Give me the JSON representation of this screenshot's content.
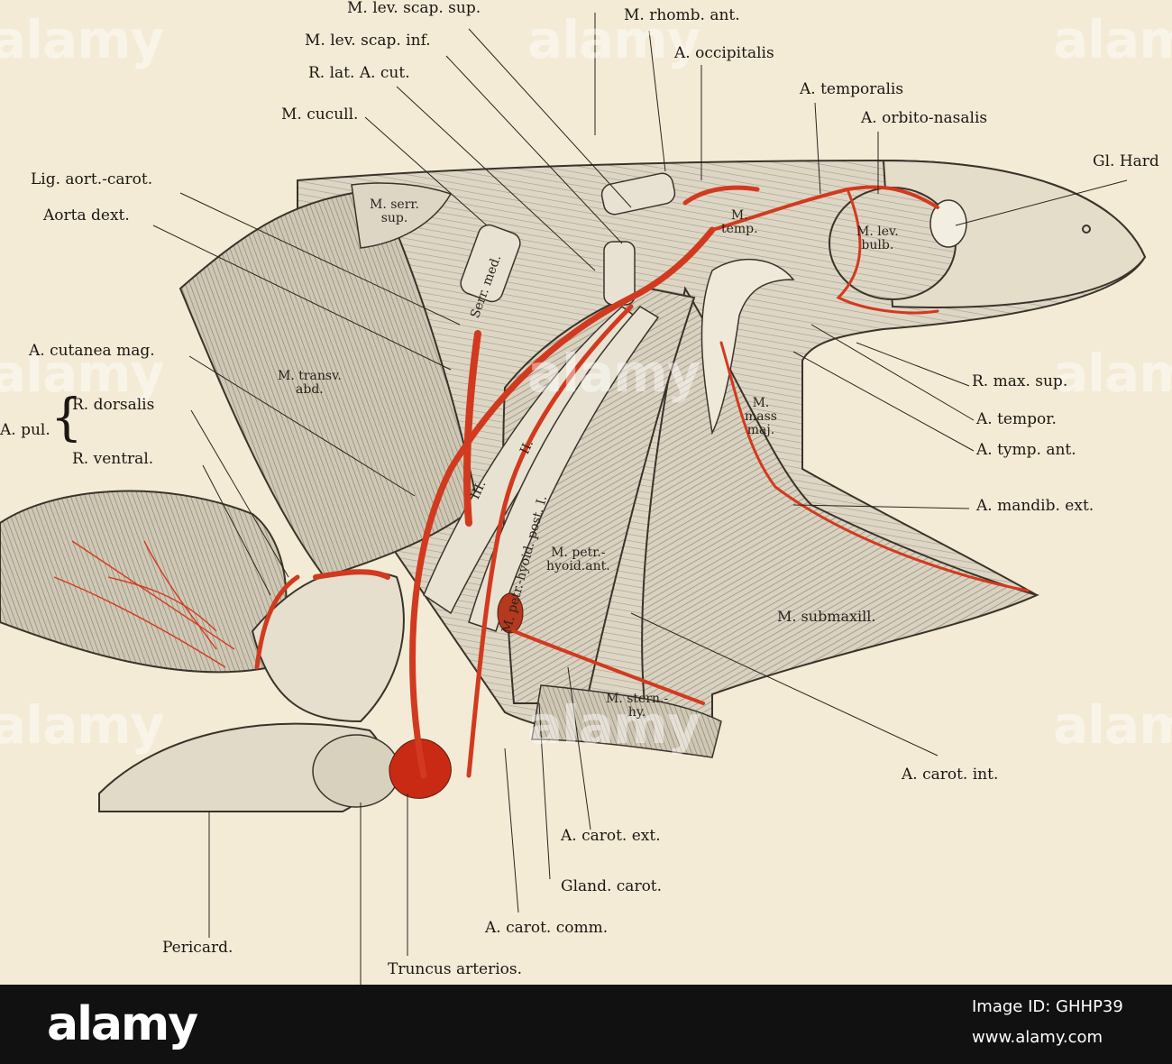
{
  "labels": {
    "m_lev_scap_sup": "M. lev. scap. sup.",
    "m_rhomb_ant": "M. rhomb. ant.",
    "m_lev_scap_inf": "M. lev. scap. inf.",
    "a_occipitalis": "A. occipitalis",
    "r_lat_a_cut": "R. lat. A. cut.",
    "a_temporalis": "A. temporalis",
    "m_cucull": "M. cucull.",
    "a_orbito_nasalis": "A. orbito-nasalis",
    "gl_hard": "Gl. Hard",
    "lig_aort_carot": "Lig. aort.-carot.",
    "aorta_dext": "Aorta dext.",
    "a_cutanea_mag": "A. cutanea mag.",
    "r_dorsalis": "R. dorsalis",
    "a_pul": "A. pul.",
    "r_ventral": "R. ventral.",
    "r_max_sup": "R. max. sup.",
    "a_tempor": "A. tempor.",
    "a_tymp_ant": "A. tymp. ant.",
    "a_mandib_ext": "A. mandib. ext.",
    "a_carot_int": "A. carot. int.",
    "a_carot_ext": "A. carot. ext.",
    "gland_carot": "Gland. carot.",
    "a_carot_comm": "A. carot. comm.",
    "pericard": "Pericard.",
    "truncus_arterios": "Truncus arterios."
  },
  "inner_labels": {
    "m_serr_sup": "M. serr.\nsup.",
    "serr_med": "Serr. med.",
    "m_temp": "M.\ntemp.",
    "m_lev_bulb": "M. lev.\nbulb.",
    "m_transv_abd": "M. transv.\nabd.",
    "m_mass_maj": "M.\nmass\nmaj.",
    "m_petr_hyoid_ant": "M. petr.-\nhyoid.ant.",
    "m_petr_hyoid_post": "M. petr.-hyoid. post. I.",
    "num_iii": "III.",
    "num_ii": "II.",
    "m_submaxill": "M. submaxill.",
    "m_stern_hy": "M. stern.-\nhy."
  },
  "watermark": {
    "text": "alamy"
  },
  "footer": {
    "logo": "alamy",
    "image_id": "Image ID: GHHP39",
    "site": "www.alamy.com"
  },
  "colors": {
    "background": "#f3ebd6",
    "artery": "#d23a1f",
    "footer_bg": "#111111"
  }
}
